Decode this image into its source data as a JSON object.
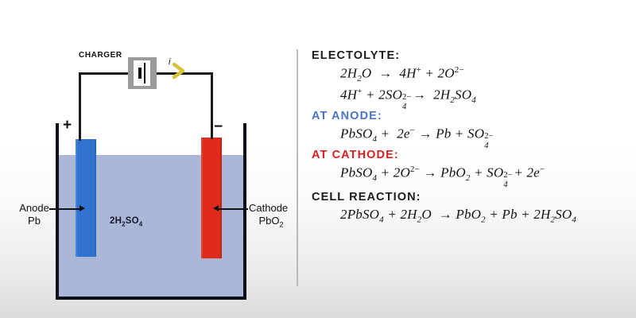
{
  "diagram": {
    "charger_label": "CHARGER",
    "current_label": "i",
    "current_arrow_icon": "yellow-chevron-right-icon",
    "charger_symbol_icon": "battery-cell-icon",
    "plus_sign": "+",
    "minus_sign": "−",
    "electrolyte_label": "2H2SO4",
    "electrolyte_label_formula": {
      "prefix": "2H",
      "sub1": "2",
      "mid": "SO",
      "sub2": "4"
    },
    "anode": {
      "line1": "Anode",
      "line2": "Pb"
    },
    "cathode": {
      "line1": "Cathode",
      "line2_prefix": "PbO",
      "line2_sub": "2"
    },
    "colors": {
      "anode_bar": "#2f72d0",
      "cathode_bar": "#e02a1c",
      "electrolyte": "#aab7d6",
      "beaker_wall": "#0d0d1a",
      "current_arrow": "#d8c23a",
      "charger_box": "#9b9b9b"
    }
  },
  "equations": {
    "electrolyte": {
      "heading": "ELECTOLYTE:",
      "lines": [
        "2H2O → 4H+ + 2O2−",
        "4H+ + 2SO4(2−) → 2H2SO4"
      ]
    },
    "anode": {
      "heading": "AT ANODE:",
      "heading_color": "#4a74c9",
      "lines": [
        "PbSO4 + 2e− → Pb + SO4(2−)"
      ]
    },
    "cathode": {
      "heading": "AT CATHODE:",
      "heading_color": "#dd1f1f",
      "lines": [
        "PbSO4 + 2O2− → PbO2 + SO4(2−) + 2e−"
      ]
    },
    "cell_reaction": {
      "heading": "CELL REACTION:",
      "lines": [
        "2PbSO4 + 2H2O → PbO2 + Pb + 2H2SO4"
      ]
    }
  }
}
